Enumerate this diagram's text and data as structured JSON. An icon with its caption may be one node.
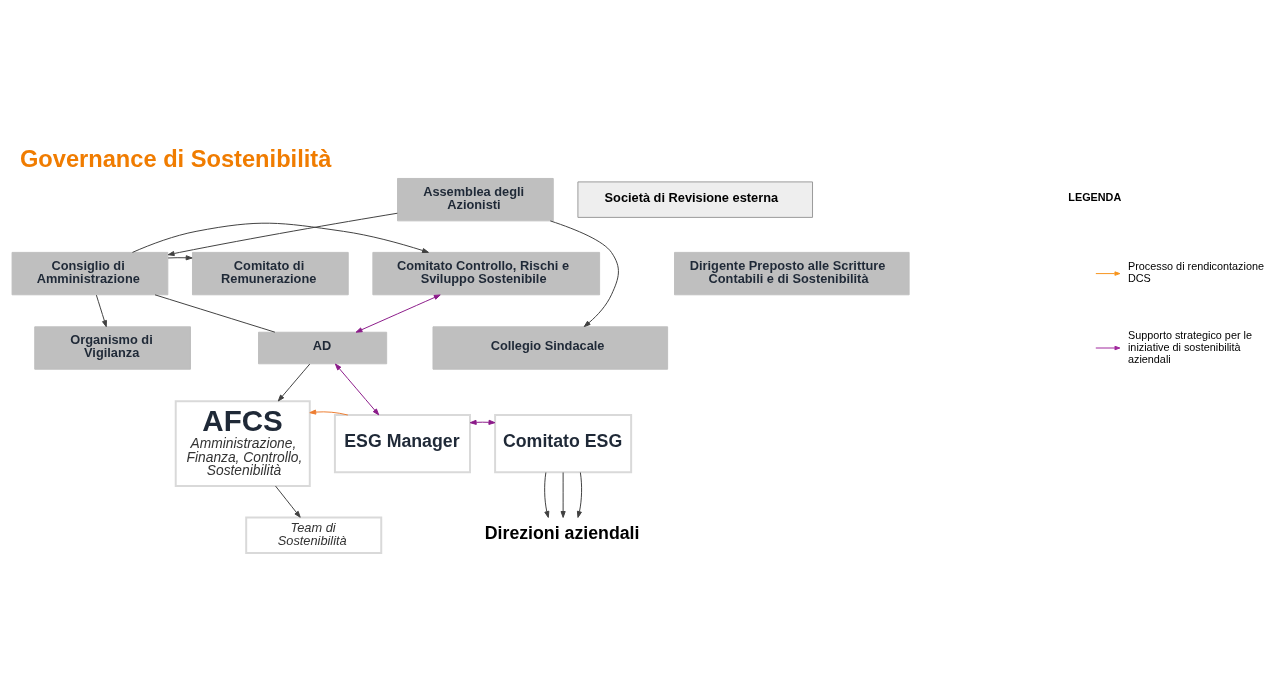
{
  "diagram": {
    "title": "Governance di Sostenibilità",
    "nodes": [
      {
        "text": [
          "Assemblea degli Azionisti"
        ]
      },
      {
        "text": [
          "Società di Revisione esterna"
        ]
      },
      {
        "text": [
          "Organismo di Vigilanza"
        ]
      },
      {
        "text": [
          "Collegio Sindacale"
        ]
      },
      {
        "text": [
          "Comitato di Remunerazione"
        ]
      },
      {
        "text": [
          "Consiglio di Amministrazione"
        ]
      },
      {
        "text": [
          "Comitato Controllo, Rischi e Sviluppo Sostenibile"
        ]
      },
      {
        "text": [
          "Dirigente Preposto alle Scritture Contabili e di Sostenibilità"
        ]
      },
      {
        "text": [
          "AD"
        ]
      },
      {
        "text": [
          "AFCS",
          "Amministrazione, Finanza, Controllo, Sostenibilità"
        ]
      },
      {
        "text": [
          "ESG Manager"
        ]
      },
      {
        "text": [
          "Comitato ESG"
        ]
      },
      {
        "text": [
          "Direzioni aziendali"
        ]
      },
      {
        "text": [
          "Team di Sostenibilità"
        ]
      }
    ],
    "edges": [
      {
        "from": 0,
        "to": 5,
        "arrow": "to"
      },
      {
        "from": 0,
        "to": 3,
        "arrow": "to"
      },
      {
        "from": 5,
        "to": 2,
        "arrow": "to"
      },
      {
        "from": 5,
        "to": 4,
        "arrow": "to"
      },
      {
        "from": 5,
        "to": 6,
        "arrow": "to"
      },
      {
        "from": 5,
        "to": 8,
        "arrow": "none"
      },
      {
        "from": 8,
        "to": 6,
        "arrow": "both",
        "color": "#8b1a89"
      },
      {
        "from": 8,
        "to": 10,
        "arrow": "both",
        "color": "#8b1a89"
      },
      {
        "from": 8,
        "to": 9,
        "arrow": "to"
      },
      {
        "from": 10,
        "to": 9,
        "arrow": "to",
        "color": "#ed7d31"
      },
      {
        "from": 10,
        "to": 11,
        "arrow": "both",
        "color": "#8b1a89"
      },
      {
        "from": 11,
        "to": 12,
        "arrow": "to"
      },
      {
        "from": 11,
        "to": 12,
        "arrow": "to"
      },
      {
        "from": 11,
        "to": 12,
        "arrow": "to"
      },
      {
        "from": 9,
        "to": 13,
        "arrow": "to"
      }
    ],
    "labels": [
      "LEGENDA"
    ],
    "legend": [
      {
        "text": "Processo di rendicontazione DCS"
      },
      {
        "text": "Supporto strategico per le iniziative di sostenibilità aziendali"
      }
    ]
  }
}
